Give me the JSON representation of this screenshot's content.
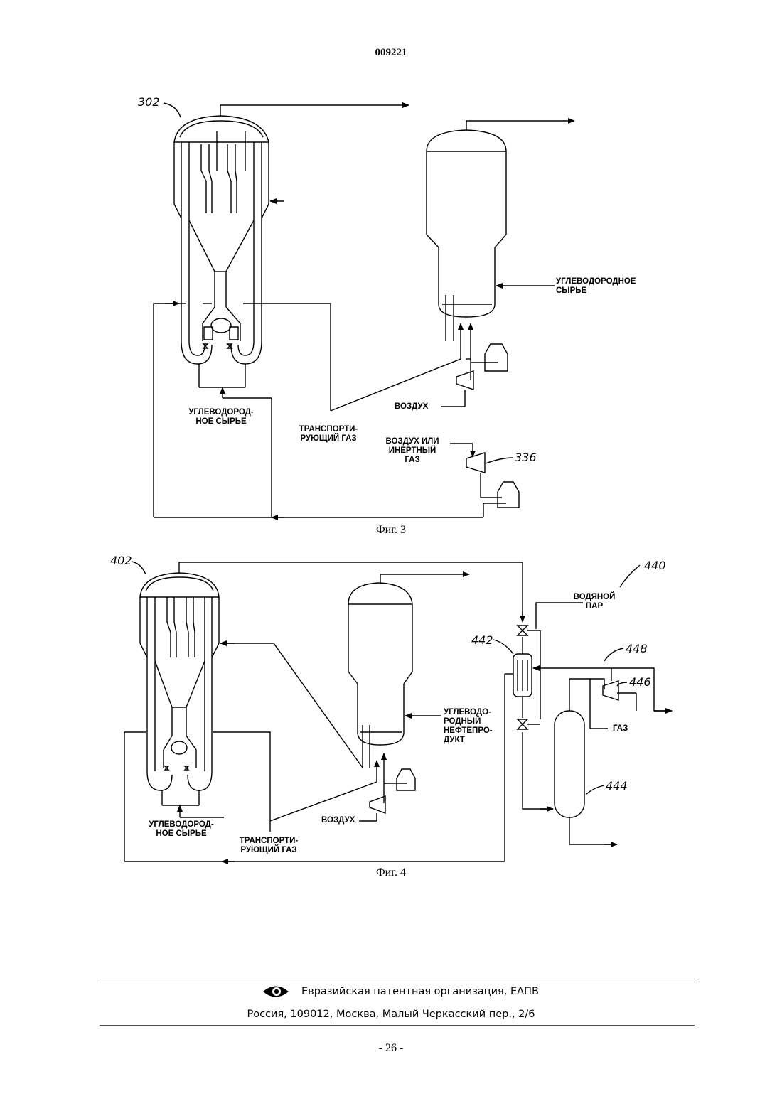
{
  "header": {
    "doc_number": "009221"
  },
  "figure3": {
    "caption": "Фиг. 3",
    "ref_302": "302",
    "ref_336": "336",
    "label_feed_right": [
      "УГЛЕВОДОРОДНОЕ",
      "СЫРЬЕ"
    ],
    "label_feed_bottom": [
      "УГЛЕВОДОРОД-",
      "НОЕ СЫРЬЕ"
    ],
    "label_transport_gas": [
      "ТРАНСПОРТИ-",
      "РУЮЩИЙ ГАЗ"
    ],
    "label_air": "ВОЗДУХ",
    "label_air_or_inert": [
      "ВОЗДУХ ИЛИ",
      "ИНЕРТНЫЙ",
      "ГАЗ"
    ]
  },
  "figure4": {
    "caption": "Фиг. 4",
    "ref_402": "402",
    "ref_440": "440",
    "ref_442": "442",
    "ref_444": "444",
    "ref_446": "446",
    "ref_448": "448",
    "label_steam": [
      "ВОДЯНОЙ",
      "ПАР"
    ],
    "label_product": [
      "УГЛЕВОДО-",
      "РОДНЫЙ",
      "НЕФТЕПРО-",
      "ДУКТ"
    ],
    "label_feed_bottom": [
      "УГЛЕВОДОРОД-",
      "НОЕ СЫРЬЕ"
    ],
    "label_transport_gas": [
      "ТРАНСПОРТИ-",
      "РУЮЩИЙ ГАЗ"
    ],
    "label_air": "ВОЗДУХ",
    "label_gas": "ГАЗ"
  },
  "footer": {
    "org": "Евразийская патентная организация, ЕАПВ",
    "address": "Россия, 109012, Москва, Малый Черкасский пер., 2/6",
    "page": "- 26 -"
  }
}
